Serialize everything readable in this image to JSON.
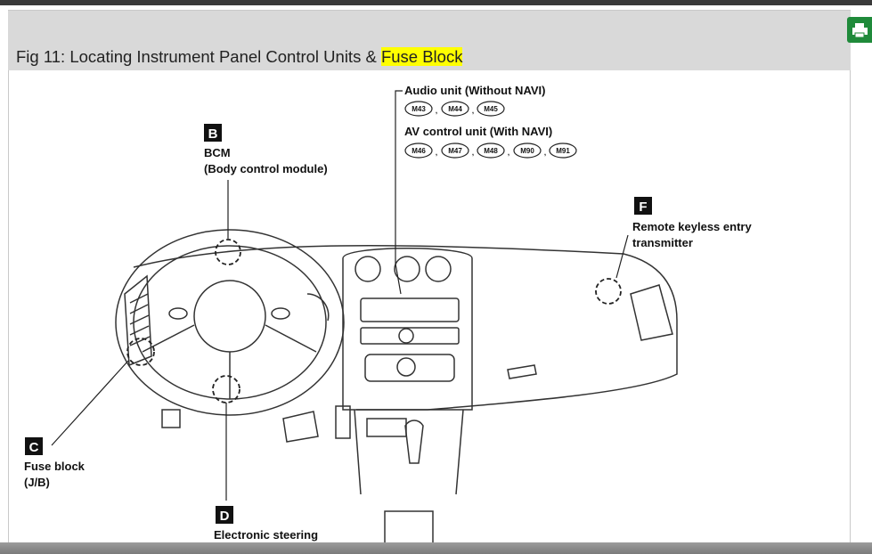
{
  "figure": {
    "caption_prefix": "Fig 11: Locating Instrument Panel Control Units & ",
    "caption_highlight": "Fuse Block"
  },
  "toolbar": {
    "print_icon": "printer-icon",
    "print_color": "#1f8a3a"
  },
  "callouts": {
    "audio_unit": {
      "label": "Audio unit (Without NAVI)",
      "connectors": [
        "M43",
        "M44",
        "M45"
      ]
    },
    "av_unit": {
      "label": "AV control unit (With NAVI)",
      "connectors": [
        "M46",
        "M47",
        "M48",
        "M90",
        "M91"
      ]
    },
    "b": {
      "letter": "B",
      "line1": "BCM",
      "line2": "(Body control module)"
    },
    "c": {
      "letter": "C",
      "line1": "Fuse block",
      "line2": "(J/B)"
    },
    "d": {
      "letter": "D",
      "line1": "Electronic steering"
    },
    "f": {
      "letter": "F",
      "line1": "Remote keyless entry",
      "line2": "transmitter"
    }
  },
  "separator": ","
}
